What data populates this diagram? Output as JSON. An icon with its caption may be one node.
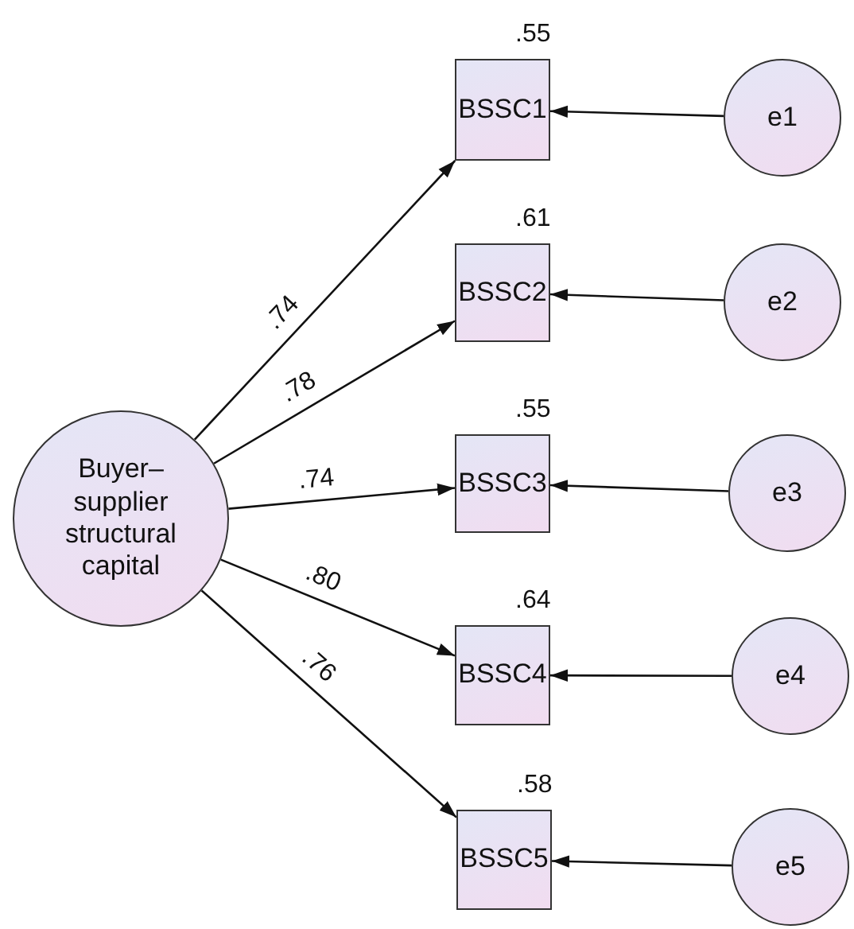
{
  "diagram": {
    "nodes": [
      {
        "text": [
          "Buyer–supplier structural capital"
        ]
      },
      {
        "text": [
          "BSSC1"
        ],
        "beside": [
          ".55"
        ]
      },
      {
        "text": [
          "BSSC2"
        ],
        "beside": [
          ".61"
        ]
      },
      {
        "text": [
          "BSSC3"
        ],
        "beside": [
          ".55"
        ]
      },
      {
        "text": [
          "BSSC4"
        ],
        "beside": [
          ".64"
        ]
      },
      {
        "text": [
          "BSSC5"
        ],
        "beside": [
          ".58"
        ]
      },
      {
        "text": [
          "e1"
        ]
      },
      {
        "text": [
          "e2"
        ]
      },
      {
        "text": [
          "e3"
        ]
      },
      {
        "text": [
          "e4"
        ]
      },
      {
        "text": [
          "e5"
        ]
      }
    ],
    "edges": [
      {
        "from": 0,
        "to": 1,
        "arrow": "to",
        "label": ".74"
      },
      {
        "from": 0,
        "to": 2,
        "arrow": "to",
        "label": ".78"
      },
      {
        "from": 0,
        "to": 3,
        "arrow": "to",
        "label": ".74"
      },
      {
        "from": 0,
        "to": 4,
        "arrow": "to",
        "label": ".80"
      },
      {
        "from": 0,
        "to": 5,
        "arrow": "to",
        "label": ".76"
      },
      {
        "from": 6,
        "to": 1,
        "arrow": "to"
      },
      {
        "from": 7,
        "to": 2,
        "arrow": "to"
      },
      {
        "from": 8,
        "to": 3,
        "arrow": "to"
      },
      {
        "from": 9,
        "to": 4,
        "arrow": "to"
      },
      {
        "from": 10,
        "to": 5,
        "arrow": "to"
      }
    ]
  }
}
